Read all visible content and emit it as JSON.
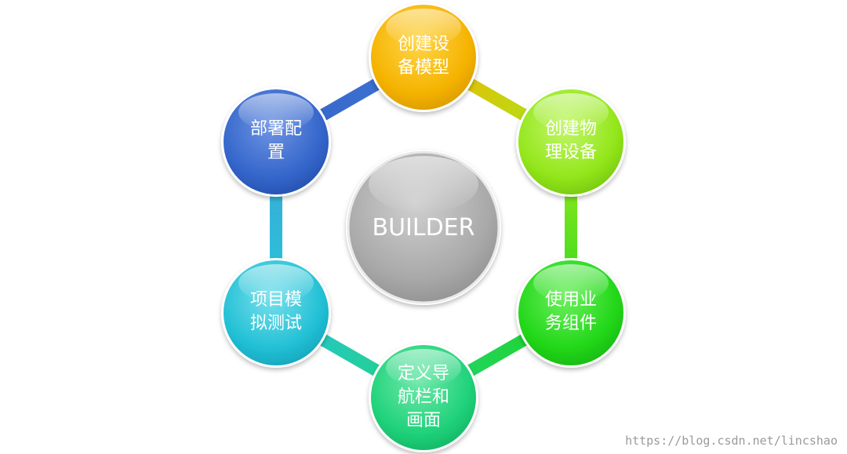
{
  "center": {
    "label": "BUILDER"
  },
  "nodes": [
    {
      "id": "top",
      "lines": [
        "创建设",
        "备模型"
      ],
      "color": "#f6b400"
    },
    {
      "id": "upper-right",
      "lines": [
        "创建物",
        "理设备"
      ],
      "color": "#8ee81a"
    },
    {
      "id": "lower-right",
      "lines": [
        "使用业",
        "务组件"
      ],
      "color": "#1fd81a"
    },
    {
      "id": "bottom",
      "lines": [
        "定义导",
        "航栏和",
        "画面"
      ],
      "color": "#1fd27a"
    },
    {
      "id": "lower-left",
      "lines": [
        "项目模",
        "拟测试"
      ],
      "color": "#22c1d6"
    },
    {
      "id": "upper-left",
      "lines": [
        "部署配",
        "置"
      ],
      "color": "#3366cc"
    }
  ],
  "watermark": "https://blog.csdn.net/lincshao"
}
